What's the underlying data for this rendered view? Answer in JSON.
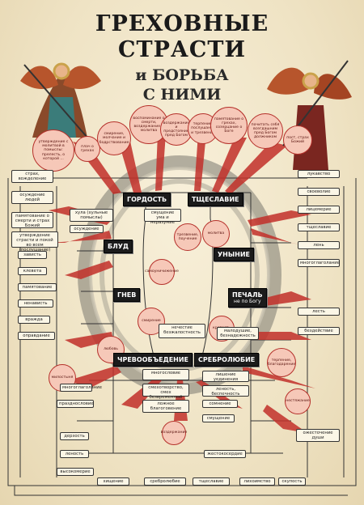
{
  "title": {
    "line1": "ГРЕХОВНЫЕ",
    "line2": "СТРАСТИ",
    "line3": "и БОРЬБА",
    "line4": "С НИМИ"
  },
  "passions": {
    "pride": "ГОРДОСТЬ",
    "vainglory": "ТЩЕСЛАВИЕ",
    "fornication": "БЛУД",
    "despondency": "УНЫНИЕ",
    "anger": "ГНЕВ",
    "sorrow": "ПЕЧАЛЬ",
    "sorrow_sub": "не по Богу",
    "gluttony": "ЧРЕВООБЪЕДЕНИЕ",
    "avarice": "СРЕБРОЛЮБИЕ"
  },
  "top_circles": [
    "утверждение с молитвой в помыслы: прелесть, о которой ...",
    "плач о грехах",
    "смирение, молчание и бодрствование",
    "воспоминание о смерти, воздержание и молитва",
    "воздержание и предстояние пред Богом",
    "терпение, послушание и трезвение",
    "памятование о грехах, созерцание о Боге",
    "почитать себя всегдашним пред Богом должником",
    "пост, страх Божий"
  ],
  "left_boxes": [
    "страх, вожделение",
    "осуждение людей",
    "памятование о смерти и страх Божий",
    "утверждение страсти и покой во всем (послушание)",
    "зависть",
    "клевета",
    "памятование",
    "ненависть",
    "вражда",
    "оправдание"
  ],
  "right_boxes": [
    "лукавство",
    "своеволие",
    "лицемерие",
    "тщеславие",
    "лень",
    "многоглаголание",
    "лесть",
    "бездействие"
  ],
  "bottom_boxes": [
    "многоглаголание",
    "празднословие",
    "дерзость",
    "леность",
    "высокомерие",
    "хищение",
    "тщеславие",
    "жестокосердие",
    "лихоимство",
    "скупость",
    "сребролюбие",
    "ожесточение души"
  ],
  "inner_boxes": [
    "хула (хульные помыслы)",
    "осуждение",
    "смущение ума и неразумие",
    "нечестие безжалостность",
    "малодушие, безнадежность",
    "многословие",
    "смехотворство, смех безвременный",
    "ложное благоговение",
    "лишение уединения",
    "леность, беспечность",
    "сомнение",
    "смущение"
  ],
  "misc_circles": [
    "любовь",
    "кротость",
    "трезвение, поучение",
    "милостыня",
    "молитва",
    "нестяжание",
    "воздержание",
    "смирение",
    "терпение, благодарение",
    "самоуничижение"
  ]
}
